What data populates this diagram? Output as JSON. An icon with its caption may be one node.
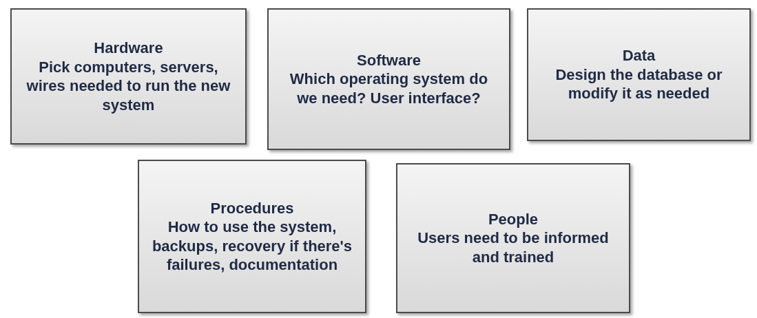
{
  "diagram": {
    "nodes": [
      {
        "text": [
          "Hardware",
          "Pick computers, servers, wires needed to run the new system"
        ]
      },
      {
        "text": [
          "Software",
          "Which operating system do we need? User interface?"
        ]
      },
      {
        "text": [
          "Data",
          "Design the database or modify it as needed"
        ]
      },
      {
        "text": [
          "Procedures",
          "How to use the system, backups, recovery if there's failures, documentation"
        ]
      },
      {
        "text": [
          "People",
          "Users need to be informed and trained"
        ]
      }
    ]
  }
}
